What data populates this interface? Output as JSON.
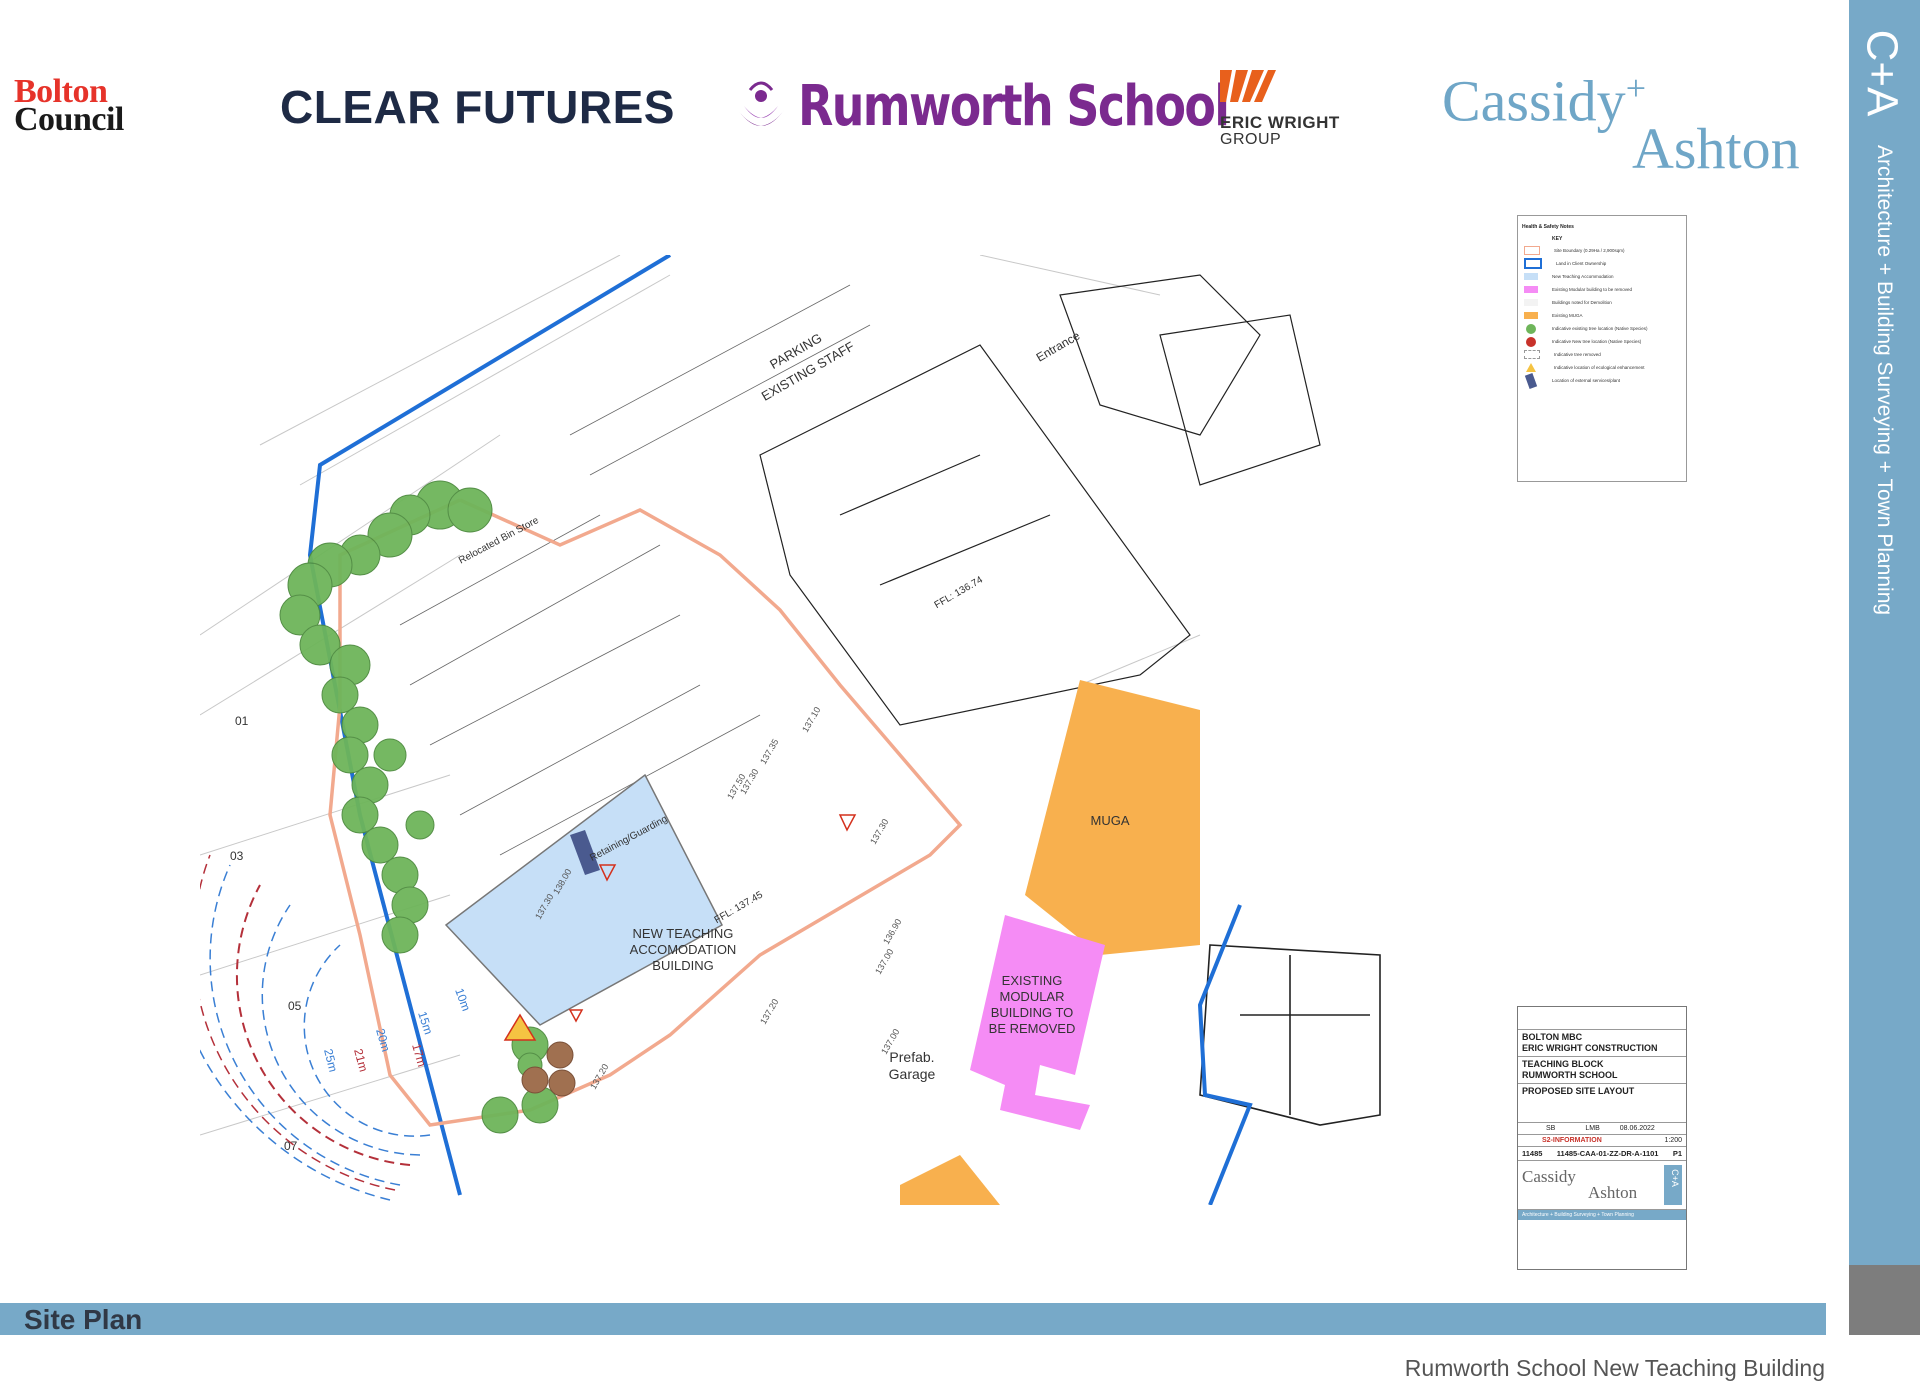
{
  "logos": {
    "bolton_line1": "Bolton",
    "bolton_line2": "Council",
    "clear_futures": "CLEAR FUTURES",
    "rumworth": "Rumworth School",
    "eric_wright_line1": "ERIC WRIGHT",
    "eric_wright_line2": "GROUP",
    "cassidy": "Cassidy",
    "plus": "+",
    "ashton": "Ashton"
  },
  "side_band": {
    "mark": "C+A",
    "tagline": "Architecture + Building Surveying + Town Planning"
  },
  "title_bar": {
    "label": "Site Plan"
  },
  "footer": {
    "project": "Rumworth School New Teaching Building"
  },
  "plan": {
    "muga": "MUGA",
    "new_building": [
      "NEW TEACHING",
      "ACCOMODATION",
      "BUILDING"
    ],
    "modular": [
      "EXISTING",
      "MODULAR",
      "BUILDING TO",
      "BE REMOVED"
    ],
    "prefab": [
      "Prefab.",
      "Garage"
    ],
    "parking": [
      "EXISTING STAFF",
      "PARKING"
    ],
    "entrance": "Entrance",
    "relocated_bin_store": "Relocated Bin Store",
    "retaining": "Retaining/Guarding",
    "ffl_main": "FFL: 136.74",
    "ffl_new": "FFL: 137.45",
    "plots": [
      "01",
      "03",
      "05",
      "07"
    ],
    "radii": [
      "10m",
      "15m",
      "17m",
      "20m",
      "21m",
      "25m"
    ],
    "levels": [
      "137.35",
      "137.10",
      "137.50",
      "137.30",
      "137.30",
      "136.90",
      "137.00",
      "137.20",
      "137.20",
      "137.00",
      "138.00",
      "137.30"
    ]
  },
  "colors": {
    "band": "#77a9c8",
    "muga": "#f8b04e",
    "modular": "#f58cf5",
    "new_building": "#c6dff7",
    "site_boundary": "#f2a98e",
    "client_land": "#1f6fd6",
    "trees": "#6eb55a",
    "new_trees": "#a07050"
  },
  "key": {
    "heading": "KEY",
    "items": [
      "Site Boundary (0.29Ha / 2,900sqm)",
      "Land in Client Ownership",
      "New Teaching Accommodation",
      "Existing Modular building to be removed",
      "Buildings noted for Demolition",
      "Existing MUGA",
      "Indicative existing tree location (Native Species)",
      "Indicative New tree location (Native Species)",
      "Indicative tree removed",
      "Indicative location of ecological enhancement",
      "Location of external services/plant"
    ],
    "health_safety": "Health & Safety Notes"
  },
  "title_block": {
    "client": [
      "BOLTON MBC",
      "ERIC WRIGHT CONSTRUCTION"
    ],
    "project": [
      "TEACHING BLOCK",
      "RUMWORTH SCHOOL"
    ],
    "drawing": "PROPOSED SITE LAYOUT",
    "drawn": "SB",
    "checked": "LMB",
    "date": "08.06.2022",
    "status": "S2-INFORMATION",
    "scale": "1:200",
    "job": "11485",
    "drawing_no": "11485-CAA-01-ZZ-DR-A-1101",
    "rev": "P1",
    "company_line1": "Cassidy",
    "company_line2": "Ashton",
    "company_mark": "C+A",
    "company_tag": "Architecture + Building Surveying + Town Planning"
  }
}
